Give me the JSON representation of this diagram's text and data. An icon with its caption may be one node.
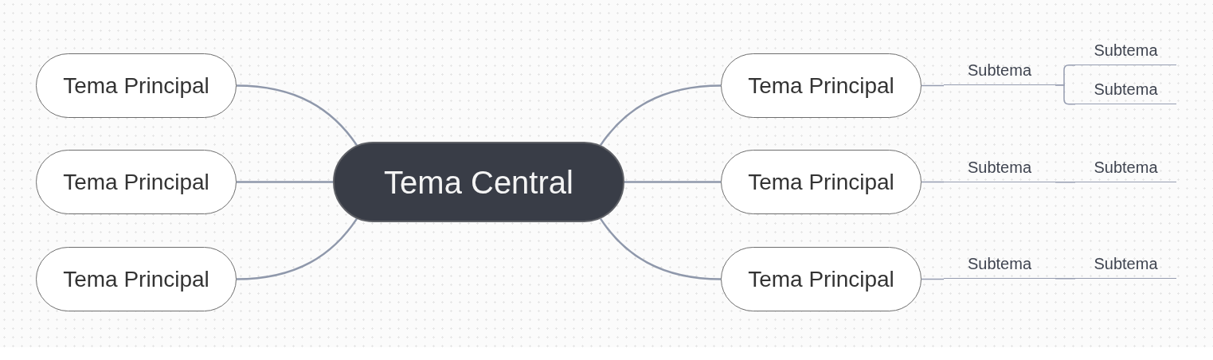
{
  "diagram": {
    "nodes": [
      {
        "text": [
          "Tema Central"
        ]
      },
      {
        "text": [
          "Tema Principal"
        ]
      },
      {
        "text": [
          "Tema Principal"
        ]
      },
      {
        "text": [
          "Tema Principal"
        ]
      },
      {
        "text": [
          "Tema Principal"
        ]
      },
      {
        "text": [
          "Tema Principal"
        ]
      },
      {
        "text": [
          "Tema Principal"
        ]
      },
      {
        "text": [
          "Subtema"
        ]
      },
      {
        "text": [
          "Subtema"
        ]
      },
      {
        "text": [
          "Subtema"
        ]
      },
      {
        "text": [
          "Subtema"
        ]
      },
      {
        "text": [
          "Subtema"
        ]
      },
      {
        "text": [
          "Subtema"
        ]
      },
      {
        "text": [
          "Subtema"
        ]
      }
    ],
    "edges": [
      {
        "from": 0,
        "to": 1,
        "arrow": "none"
      },
      {
        "from": 0,
        "to": 2,
        "arrow": "none"
      },
      {
        "from": 0,
        "to": 3,
        "arrow": "none"
      },
      {
        "from": 0,
        "to": 4,
        "arrow": "none"
      },
      {
        "from": 0,
        "to": 5,
        "arrow": "none"
      },
      {
        "from": 0,
        "to": 6,
        "arrow": "none"
      },
      {
        "from": 4,
        "to": 7,
        "arrow": "none"
      },
      {
        "from": 7,
        "to": 8,
        "arrow": "none"
      },
      {
        "from": 7,
        "to": 9,
        "arrow": "none"
      },
      {
        "from": 5,
        "to": 10,
        "arrow": "none"
      },
      {
        "from": 10,
        "to": 11,
        "arrow": "none"
      },
      {
        "from": 6,
        "to": 12,
        "arrow": "none"
      },
      {
        "from": 12,
        "to": 13,
        "arrow": "none"
      }
    ]
  }
}
